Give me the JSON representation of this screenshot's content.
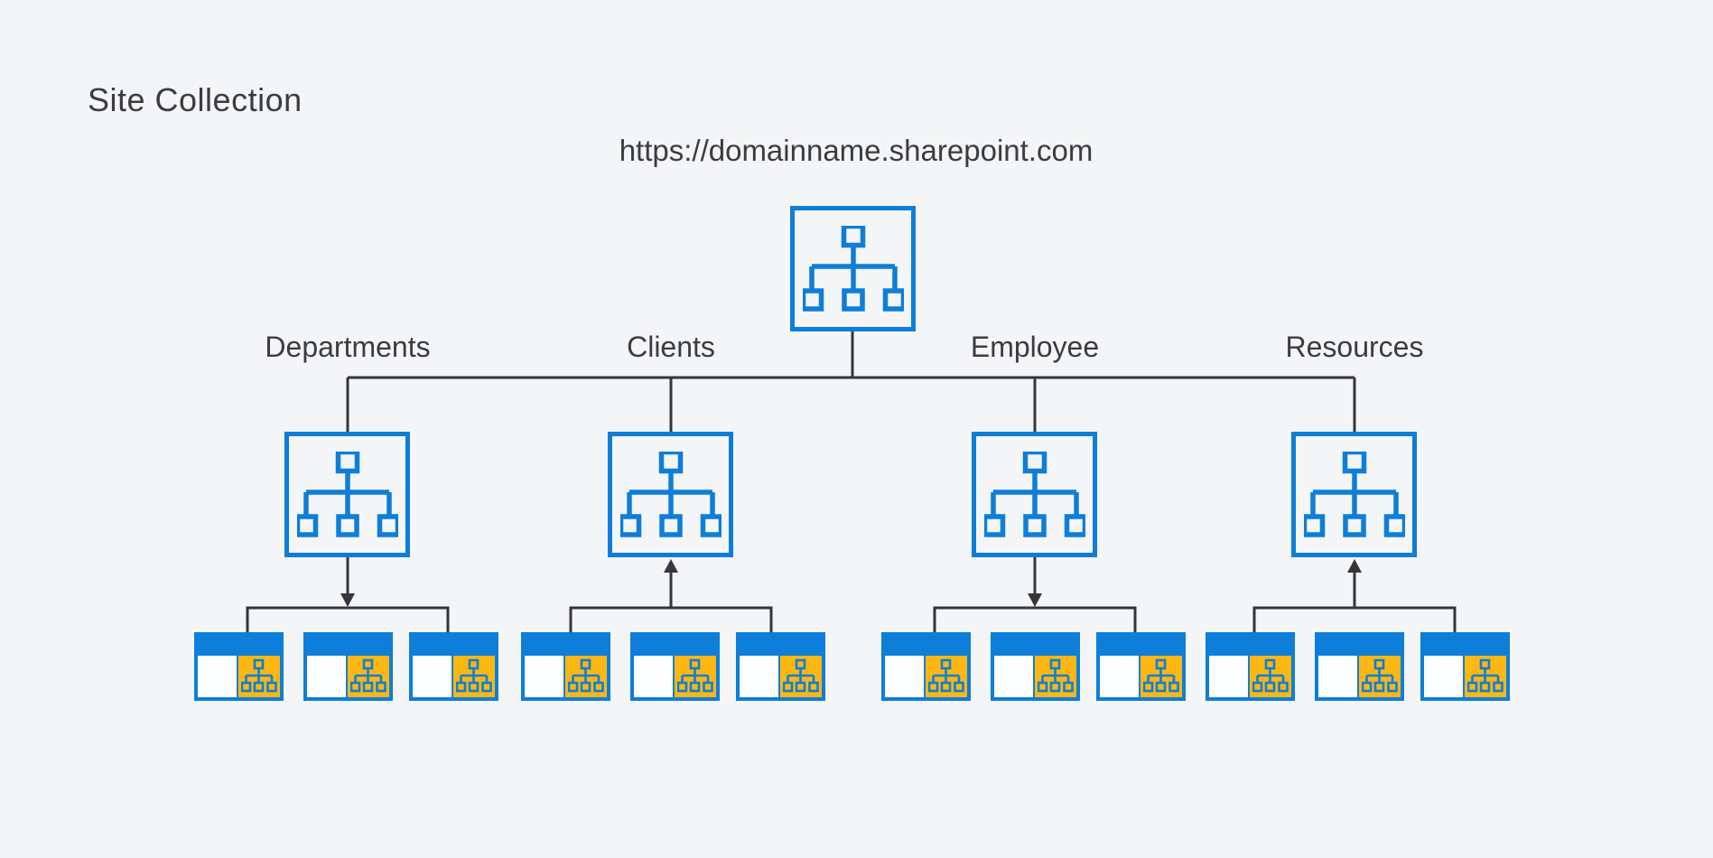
{
  "page": {
    "title": "Site Collection",
    "background": "#f4f5f6"
  },
  "root": {
    "url": "https://domainname.sharepoint.com",
    "icon": "org-chart-icon"
  },
  "branches": [
    {
      "label": "Departments",
      "arrow_direction": "down",
      "icon": "org-chart-icon",
      "subsite_count": 3
    },
    {
      "label": "Clients",
      "arrow_direction": "up",
      "icon": "org-chart-icon",
      "subsite_count": 3
    },
    {
      "label": "Employee",
      "arrow_direction": "down",
      "icon": "org-chart-icon",
      "subsite_count": 3
    },
    {
      "label": "Resources",
      "arrow_direction": "up",
      "icon": "org-chart-icon",
      "subsite_count": 3
    }
  ],
  "subsite_icon": "subsite-window-icon",
  "colors": {
    "accent_blue": "#0d7ed9",
    "accent_orange": "#fcb712",
    "connector": "#35353f",
    "text": "#3b3b46",
    "background": "#f4f5f6"
  }
}
